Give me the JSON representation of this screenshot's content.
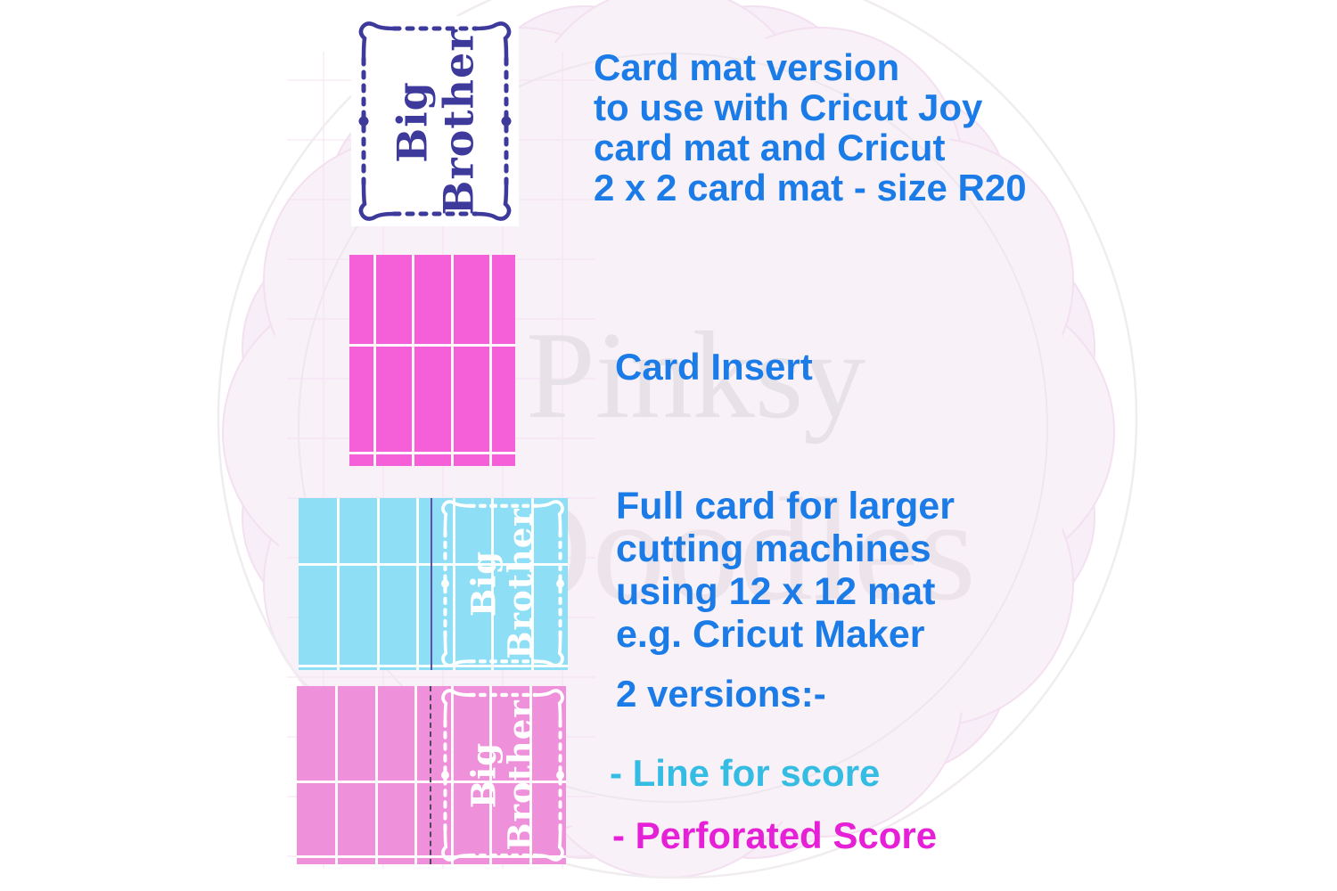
{
  "watermark": {
    "line1": "Pinksy",
    "line2": "Doodles"
  },
  "card_label": {
    "line1": "Big",
    "line2": "Brother"
  },
  "captions": {
    "card_mat_lines": [
      "Card mat version",
      "to use with Cricut Joy",
      "card mat and Cricut",
      "2 x 2 card mat - size R20"
    ],
    "card_insert": "Card Insert",
    "full_card_lines": [
      "Full card for larger",
      "cutting machines",
      "using 12 x 12 mat",
      "e.g. Cricut Maker"
    ],
    "versions_heading": "2 versions:-",
    "version_line_score": "- Line for score",
    "version_perforated_score": "- Perforated Score"
  },
  "colors": {
    "blue_text": "#1b7ce8",
    "cyan_text": "#35bce3",
    "magenta_text": "#e620d6",
    "navy": "#3d3a9c",
    "insert_pink": "#f55fd8",
    "sheet_cyan": "#8edff5",
    "sheet_pink": "#ee91da",
    "score_purple": "#5c51a8",
    "perforation_dark": "#4e4659",
    "scallop_fill": "#f9f1f8",
    "watermark_gray": "#e7e2e7"
  }
}
